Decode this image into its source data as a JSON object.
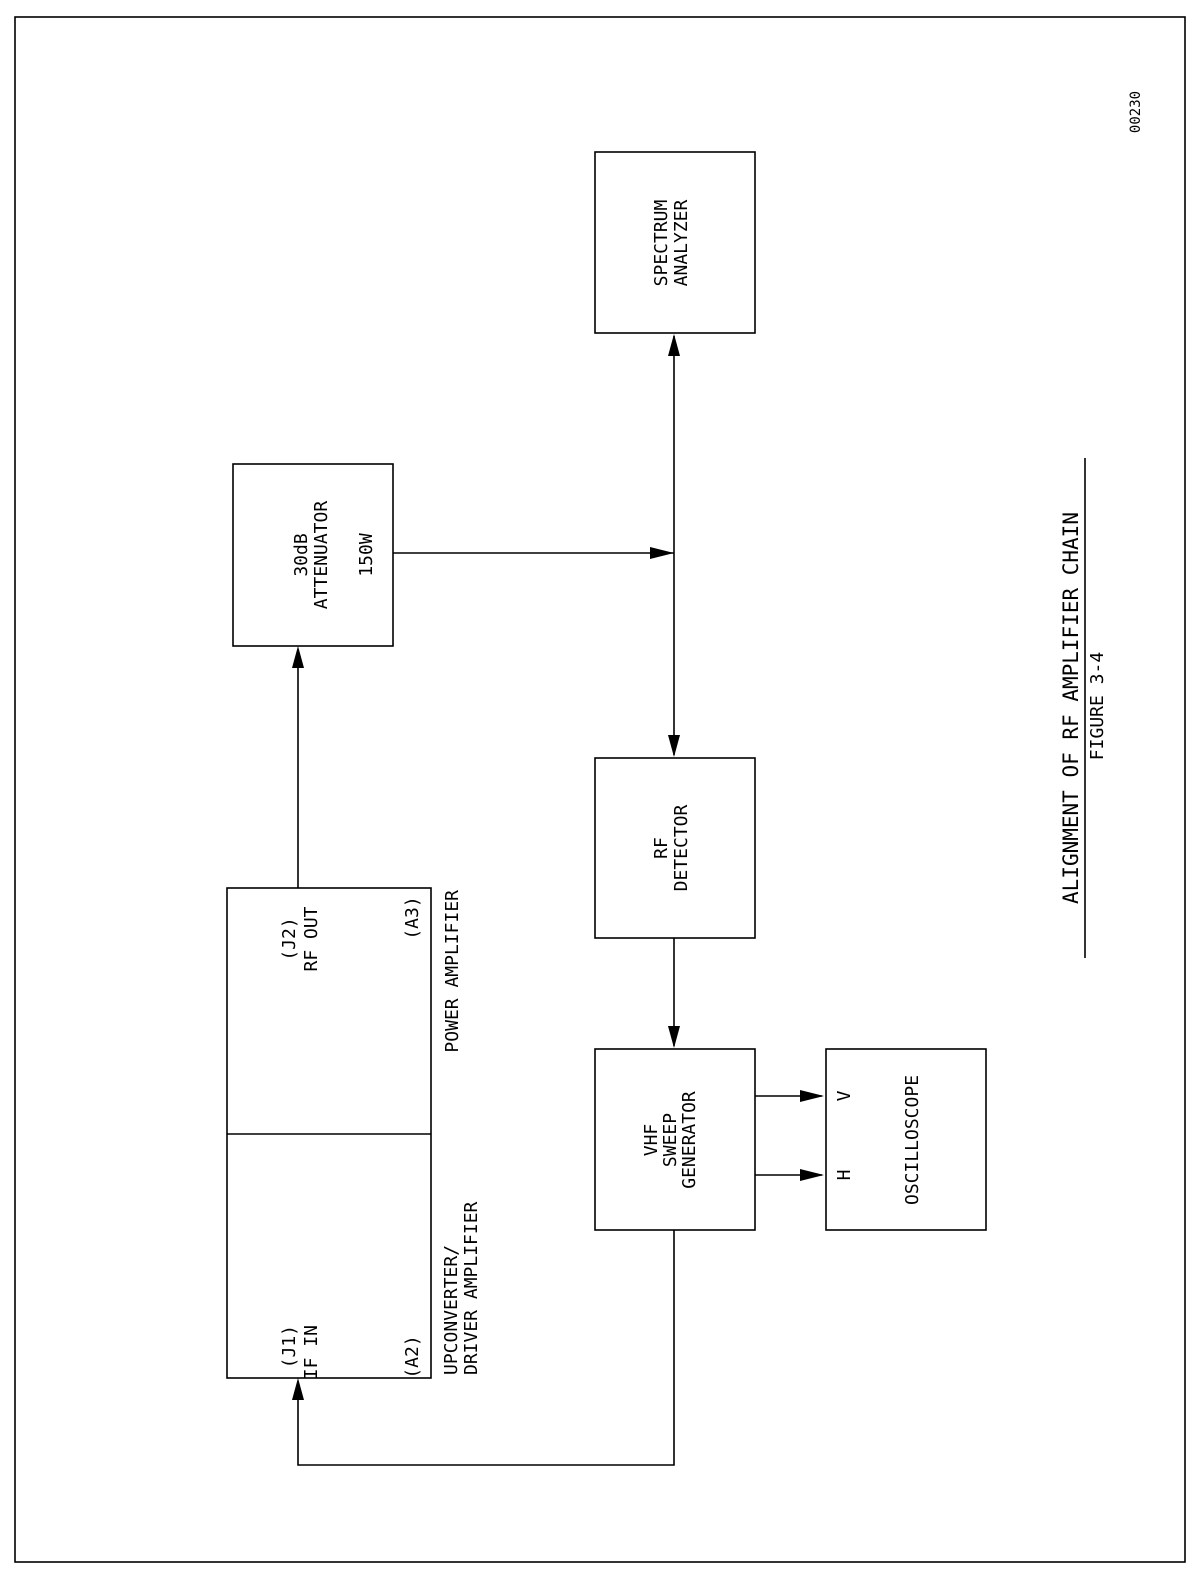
{
  "drawing_number": "00230",
  "caption": {
    "title": "ALIGNMENT OF RF AMPLIFIER CHAIN",
    "figure": "FIGURE 3-4"
  },
  "blocks": {
    "attenuator": {
      "line1": "30dB",
      "line2": "ATTENUATOR",
      "line3": "150W"
    },
    "spectrum_analyzer": {
      "line1": "SPECTRUM",
      "line2": "ANALYZER"
    },
    "rf_detector": {
      "line1": "RF",
      "line2": "DETECTOR"
    },
    "sweep_generator": {
      "line1": "VHF",
      "line2": "SWEEP",
      "line3": "GENERATOR"
    },
    "oscilloscope": {
      "label": "OSCILLOSCOPE",
      "input_v": "V",
      "input_h": "H"
    },
    "power_amplifier": {
      "connector": "(J2)",
      "port": "RF OUT",
      "assembly": "(A3)",
      "name": "POWER AMPLIFIER"
    },
    "upconverter": {
      "connector": "(J1)",
      "port": "IF IN",
      "assembly": "(A2)",
      "name_line1": "UPCONVERTER/",
      "name_line2": "DRIVER AMPLIFIER"
    }
  }
}
